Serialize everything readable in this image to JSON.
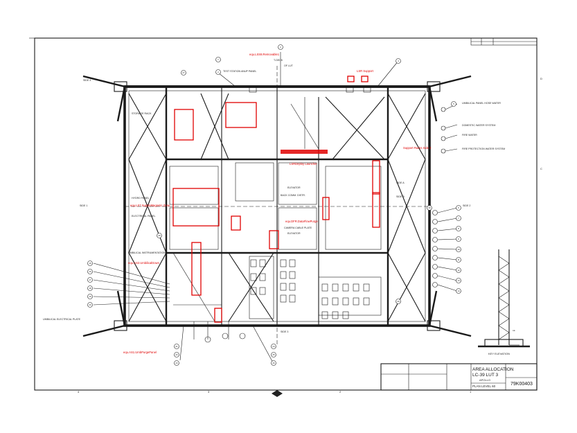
{
  "drawing": {
    "number": "79K00403",
    "title_area": "AREA ALLOCATION",
    "title_lc": "LC-39  LUT 3",
    "title_apollo": "APOLLO",
    "title_plan": "PLAN LEVEL 60",
    "key_elevation": "KEY ELEVATION",
    "le_label": "LE",
    "elevator_label": "ELEVATOR",
    "zone_labels": {
      "d": "D",
      "c": "C"
    },
    "column_numbers": [
      "4",
      "3",
      "2",
      "1"
    ]
  },
  "annotations": [
    {
      "id": "ann-lss-removable",
      "text": "equ.LSS8.Removable1"
    },
    {
      "id": "ann-lsr-support",
      "text": "LSR Support"
    },
    {
      "id": "ann-lsr-deploy",
      "text": "LSRDeploy Launcher"
    },
    {
      "id": "ann-support-racks",
      "text": "Support Racks Side 2"
    },
    {
      "id": "ann-supplypanel",
      "text": "equ.LS7.SupplyMagnetic Zone"
    },
    {
      "id": "ann-dataflow",
      "text": "equ.DFR.DataFlowPurge"
    },
    {
      "id": "ann-umbilical",
      "text": "equ.AS2.UmbilicalDown"
    },
    {
      "id": "ann-purge-panel",
      "text": "equ.AS1.UmbPurgePanel"
    }
  ],
  "notes": {
    "top_center": "T-DECK",
    "of_lut": "OF LUT",
    "test_station": "TEST STATION ANUP PANEL",
    "hose_rack": "STORAGE RACK",
    "drinking_water": "UMBILICAL PANEL HOSE WATER",
    "domestic_water": "DOMESTIC WATER SYSTEM",
    "fire_water": "FIRE WATER",
    "fire_protection": "FIRE PROTECTION WATER SYSTEM",
    "electrical_panel": "ELECTRICAL PANEL",
    "hydro_panel": "HYDRO PANEL",
    "umbilical_instr": "UMBILICAL INSTRUMENTATION",
    "umbilical_elec": "UMBILICAL ELECTRICAL PLATE",
    "camera_cable": "CAMERA CABLE PLATE",
    "elevator_1": "ELEVATOR",
    "elevator_2": "ELEVATOR",
    "back_comm": "BACK COMM. DISTR.",
    "key_side_a": "SIDE A",
    "key_side_b": "SIDE B",
    "side_1": "SIDE 1",
    "side_2": "SIDE 2",
    "side_3": "SIDE 3",
    "side_4": "SIDE 4"
  },
  "balloons": [
    "1",
    "2",
    "3",
    "4",
    "5",
    "6",
    "7",
    "8",
    "9",
    "10",
    "11",
    "12",
    "13",
    "14",
    "15",
    "16",
    "17",
    "18",
    "19",
    "20",
    "21",
    "22",
    "23",
    "24",
    "25",
    "26",
    "27",
    "28",
    "29",
    "30"
  ]
}
